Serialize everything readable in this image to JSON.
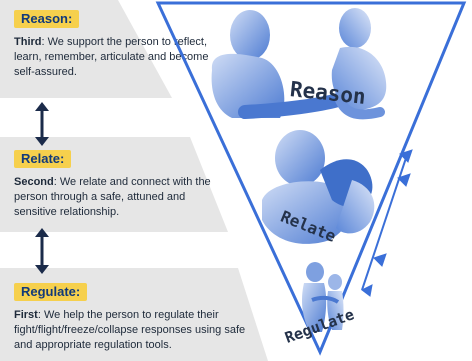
{
  "sections": [
    {
      "heading": "Reason:",
      "lead": "Third",
      "text": ": We support the person to reflect, learn, remember, articulate and become self-assured."
    },
    {
      "heading": "Relate:",
      "lead": "Second",
      "text": ": We relate and connect with the person through a safe, attuned and sensitive relationship."
    },
    {
      "heading": "Regulate:",
      "lead": "First",
      "text": ": We help the person to regulate their fight/flight/freeze/collapse responses using safe and appropriate regulation tools."
    }
  ],
  "triangle_words": {
    "reason": "Reason",
    "relate": "Relate",
    "regulate": "Regulate"
  },
  "colors": {
    "accent": "#f6d04d",
    "triangle": "#3a6fd8",
    "figure": "#5b86d6",
    "panel": "#e6e6e6",
    "arrow": "#1b2b4a"
  }
}
